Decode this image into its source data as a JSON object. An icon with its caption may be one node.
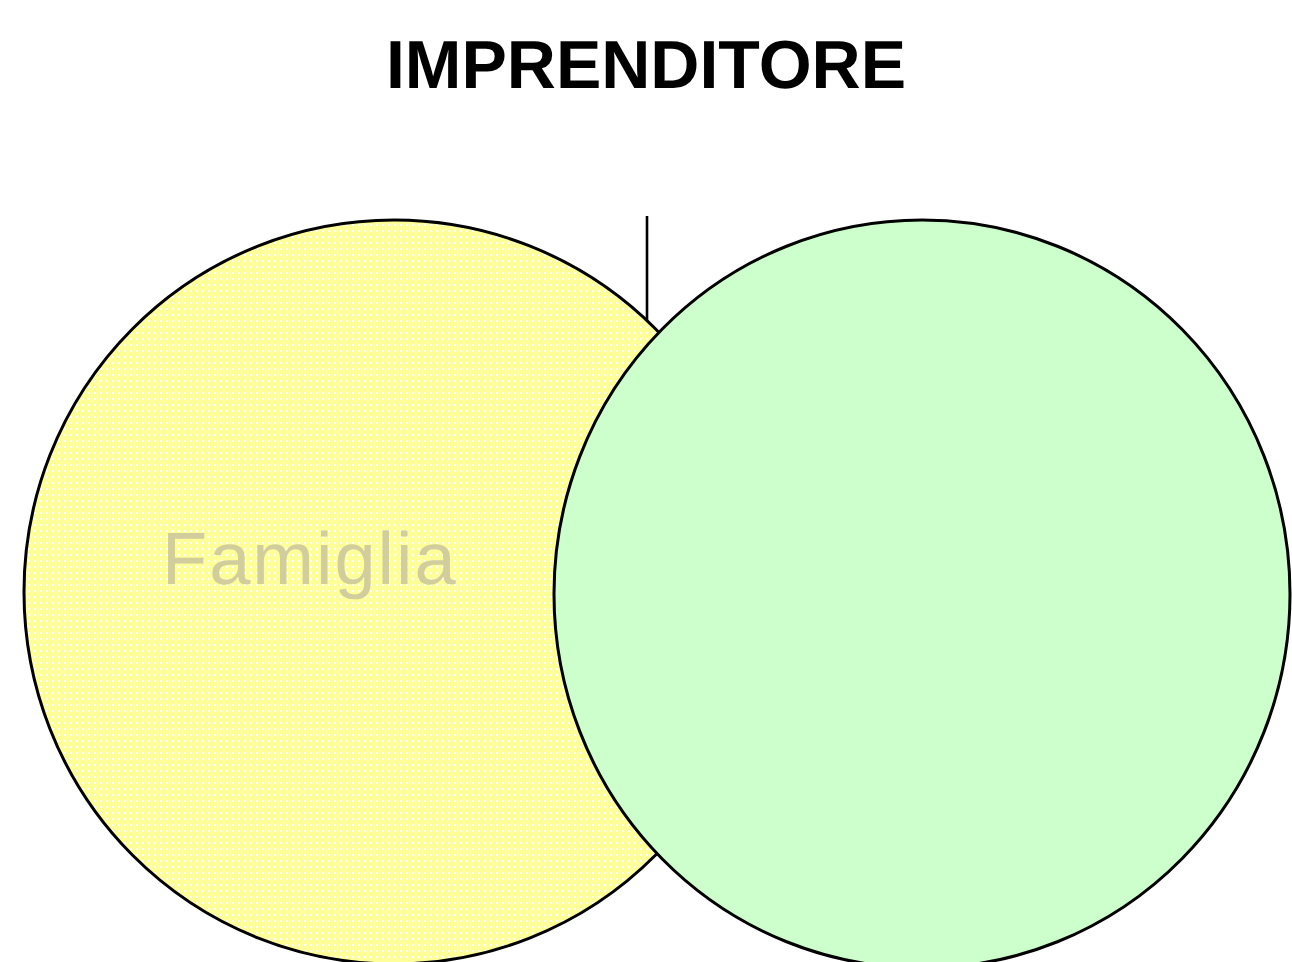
{
  "diagram": {
    "title": "IMPRENDITORE",
    "nodes": [
      {
        "text": [
          "Famiglia"
        ]
      },
      {
        "text": [],
        "shape": "circle"
      }
    ]
  }
}
